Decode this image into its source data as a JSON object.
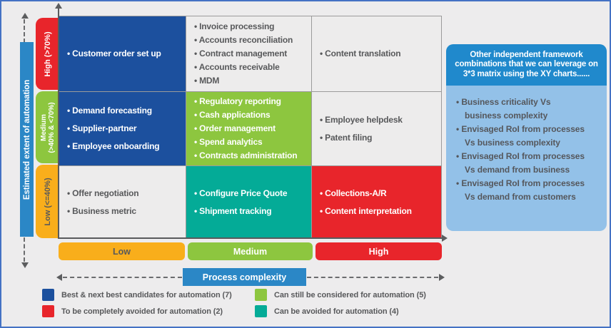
{
  "colors": {
    "dark_blue": "#1C509E",
    "red": "#E8252B",
    "green": "#8DC63F",
    "teal": "#04AB97",
    "yellow": "#F9AE1B",
    "axis_blue": "#2B87C6",
    "panel_header_blue": "#2089CC",
    "panel_body_blue": "#93C1E8",
    "cell_gray": "#EDECEC",
    "text_dark": "#58595B",
    "page_border": "#4472C4"
  },
  "y_axis": {
    "label": "Estimated extent of automation"
  },
  "x_axis": {
    "label": "Process complexity"
  },
  "row_headers": [
    {
      "label": "High (>70%)"
    },
    {
      "label": "Medium\n(>40% & <70%)"
    },
    {
      "label": "Low (<=40%)"
    }
  ],
  "column_footers": [
    {
      "label": "Low"
    },
    {
      "label": "Medium"
    },
    {
      "label": "High"
    }
  ],
  "matrix": {
    "rows": [
      {
        "extent": "High",
        "cells": [
          {
            "complexity": "Low",
            "items": [
              "Customer order set up"
            ]
          },
          {
            "complexity": "Medium",
            "items": [
              "Invoice processing",
              "Accounts reconciliation",
              "Contract management",
              "Accounts receivable",
              "MDM"
            ]
          },
          {
            "complexity": "High",
            "items": [
              "Content translation"
            ]
          }
        ]
      },
      {
        "extent": "Medium",
        "cells": [
          {
            "complexity": "Low",
            "items": [
              "Demand forecasting",
              "Supplier-partner",
              "Employee onboarding"
            ]
          },
          {
            "complexity": "Medium",
            "items": [
              "Regulatory reporting",
              "Cash applications",
              "Order management",
              "Spend analytics",
              "Contracts administration"
            ]
          },
          {
            "complexity": "High",
            "items": [
              "Employee helpdesk",
              "Patent filing"
            ]
          }
        ]
      },
      {
        "extent": "Low",
        "cells": [
          {
            "complexity": "Low",
            "items": [
              "Offer negotiation",
              "Business metric"
            ]
          },
          {
            "complexity": "Medium",
            "items": [
              "Configure Price Quote",
              "Shipment tracking"
            ]
          },
          {
            "complexity": "High",
            "items": [
              "Collections-A/R",
              "Content interpretation"
            ]
          }
        ]
      }
    ]
  },
  "side_panel": {
    "header": "Other independent framework combinations that we can leverage on 3*3 matrix using the XY charts......",
    "items": [
      "Business criticality Vs\nbusiness complexity",
      "Envisaged RoI from processes\nVs business complexity",
      "Envisaged RoI from processes\nVs demand from business",
      "Envisaged RoI from processes\nVs demand from customers"
    ]
  },
  "legend": [
    {
      "color": "#1C509E",
      "label": "Best & next best candidates for automation (7)"
    },
    {
      "color": "#8DC63F",
      "label": "Can still be considered for automation (5)"
    },
    {
      "color": "#E8252B",
      "label": "To be completely avoided for automation (2)"
    },
    {
      "color": "#04AB97",
      "label": "Can be avoided for automation (4)"
    }
  ]
}
